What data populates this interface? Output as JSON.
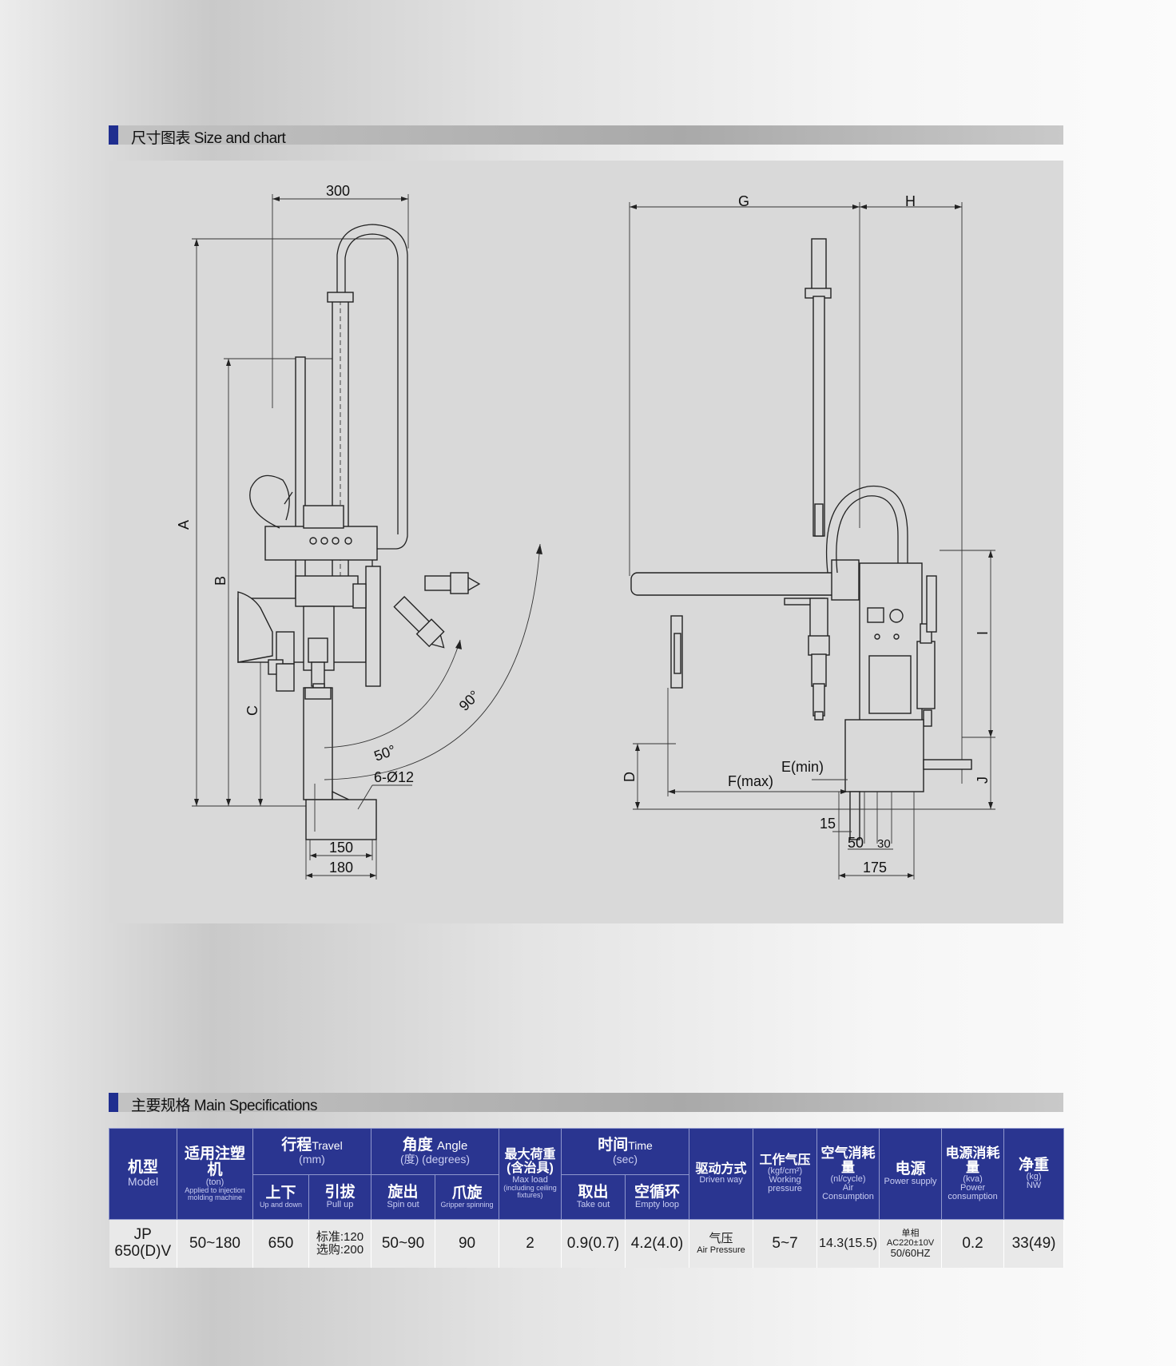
{
  "size_section": {
    "title": "尺寸图表 Size and chart"
  },
  "spec_section": {
    "title": "主要规格 Main Specifications"
  },
  "drawing_left": {
    "dims": [
      "300",
      "A",
      "B",
      "C",
      "50°",
      "90°",
      "6-Ø12",
      "150",
      "180"
    ]
  },
  "drawing_right": {
    "dims": [
      "G",
      "H",
      "I",
      "J",
      "D",
      "E(min)",
      "F(max)",
      "15",
      "50",
      "30",
      "175"
    ]
  },
  "table": {
    "headers": {
      "model_zh": "机型",
      "model_en": "Model",
      "machine_zh": "适用注塑机",
      "machine_unit": "(ton)",
      "machine_en": "Applied to injection molding machine",
      "travel_zh": "行程",
      "travel_en": "Travel",
      "travel_unit": "(mm)",
      "updown_zh": "上下",
      "updown_en": "Up and down",
      "pullup_zh": "引拔",
      "pullup_en": "Pull up",
      "angle_zh": "角度",
      "angle_en": "Angle",
      "angle_unit_zh": "(度)",
      "angle_unit_en": "(degrees)",
      "spinout_zh": "旋出",
      "spinout_en": "Spin out",
      "gripper_zh": "爪旋",
      "gripper_en": "Gripper spinning",
      "maxload_zh": "最大荷重(含治具)",
      "maxload_en": "Max load",
      "maxload_note": "(including ceiling fixtures)",
      "time_zh": "时间",
      "time_en": "Time",
      "time_unit": "(sec)",
      "takeout_zh": "取出",
      "takeout_en": "Take out",
      "emptyloop_zh": "空循环",
      "emptyloop_en": "Empty loop",
      "driven_zh": "驱动方式",
      "driven_en": "Driven way",
      "pressure_zh": "工作气压",
      "pressure_unit": "(kgf/cm²)",
      "pressure_en": "Working pressure",
      "air_zh": "空气消耗量",
      "air_unit": "(nl/cycle)",
      "air_en": "Air Consumption",
      "power_zh": "电源",
      "power_en": "Power supply",
      "powercons_zh": "电源消耗量",
      "powercons_unit": "(kva)",
      "powercons_en": "Power consumption",
      "weight_zh": "净重",
      "weight_unit": "(kg)",
      "weight_en": "NW"
    },
    "row": {
      "model": "JP 650(D)V",
      "machine": "50~180",
      "updown": "650",
      "pullup_std": "标准:120",
      "pullup_opt": "选购:200",
      "spinout": "50~90",
      "gripper": "90",
      "maxload": "2",
      "takeout": "0.9(0.7)",
      "emptyloop": "4.2(4.0)",
      "driven_zh": "气压",
      "driven_en": "Air Pressure",
      "pressure": "5~7",
      "air": "14.3(15.5)",
      "power_phase": "单相",
      "power_volt": "AC220±10V",
      "power_freq": "50/60HZ",
      "powercons": "0.2",
      "weight": "33(49)"
    }
  }
}
